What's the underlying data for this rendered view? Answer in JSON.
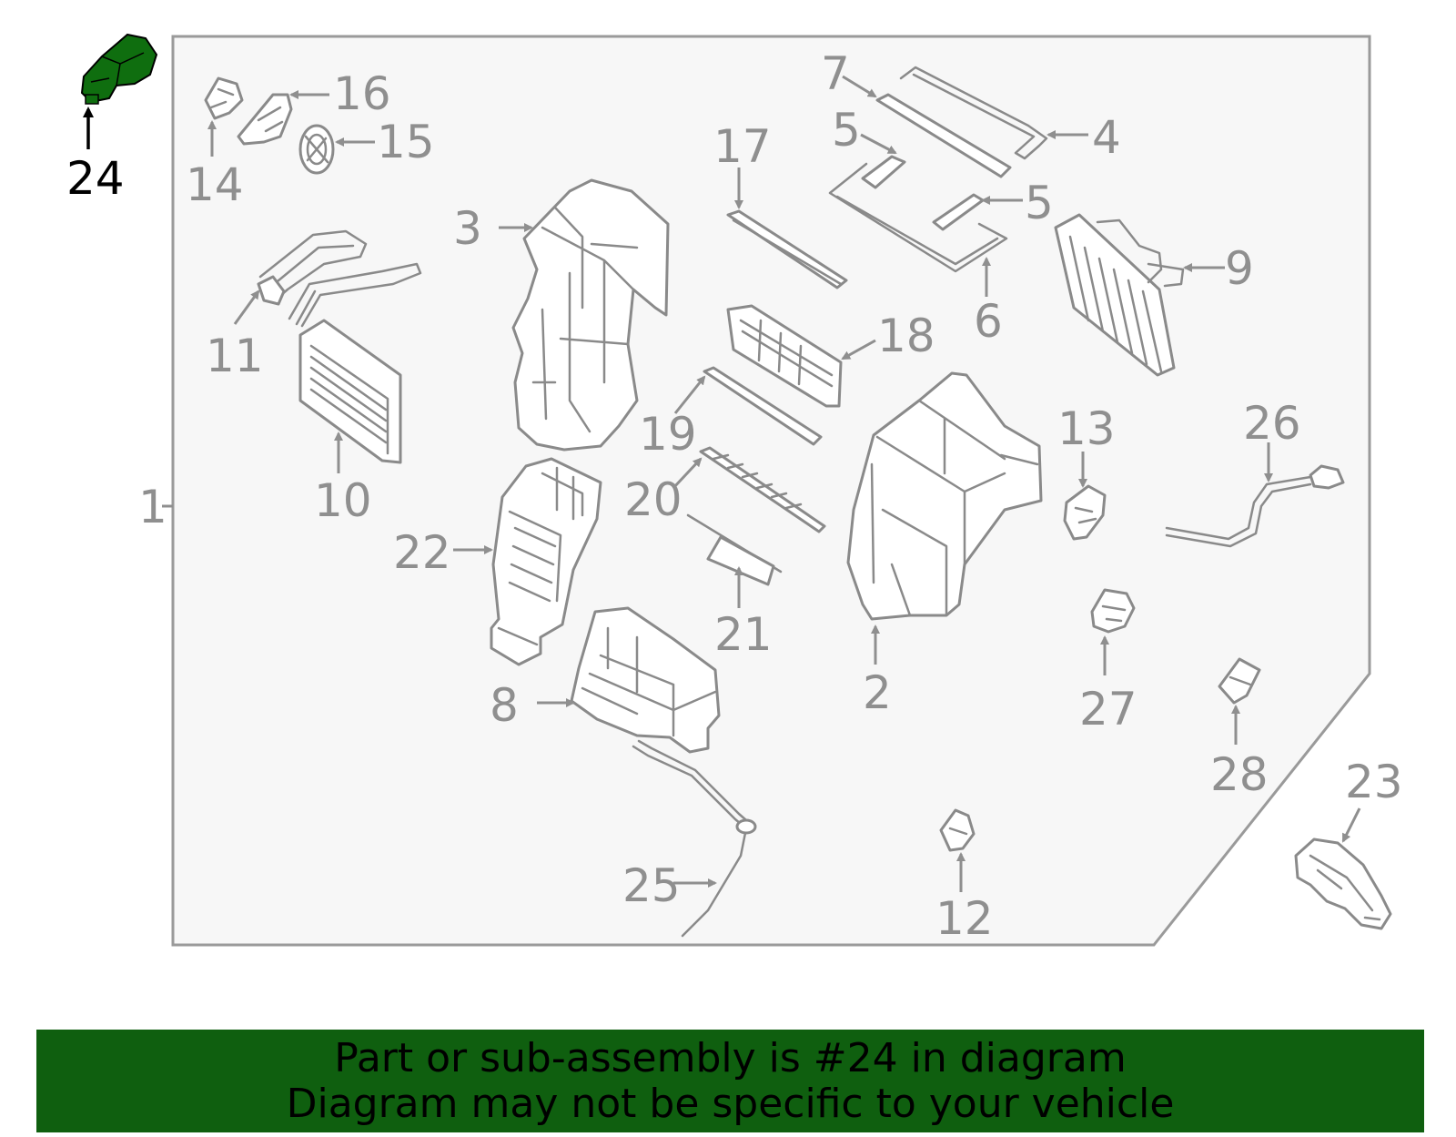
{
  "highlight": {
    "part_number": "24",
    "color": "#0f5f0f",
    "outline_color": "#000000"
  },
  "callouts": {
    "n1": "1",
    "n2": "2",
    "n3": "3",
    "n4": "4",
    "n5a": "5",
    "n5b": "5",
    "n6": "6",
    "n7": "7",
    "n8": "8",
    "n9": "9",
    "n10": "10",
    "n11": "11",
    "n12": "12",
    "n13": "13",
    "n14": "14",
    "n15": "15",
    "n16": "16",
    "n17": "17",
    "n18": "18",
    "n19": "19",
    "n20": "20",
    "n21": "21",
    "n22": "22",
    "n23": "23",
    "n24": "24",
    "n25": "25",
    "n26": "26",
    "n27": "27",
    "n28": "28"
  },
  "banner": {
    "line1": "Part or sub-assembly is #24 in diagram",
    "line2": "Diagram may not be specific to your vehicle",
    "background": "#0f5f0f"
  },
  "colors": {
    "panel_fill": "#f7f7f7",
    "panel_stroke": "#9a9a9a",
    "part_stroke": "#8a8a8a",
    "callout_text": "#8f8f8f"
  }
}
